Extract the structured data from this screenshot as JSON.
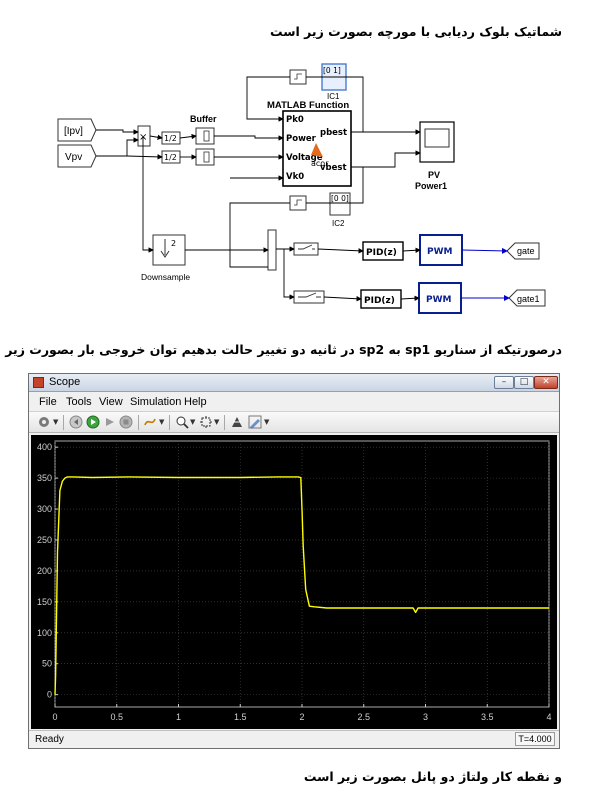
{
  "headings": {
    "h1": "شماتیک بلوک ردیابی با مورچه بصورت زیر است",
    "h2": "درصورتیکه از سناریو sp1 به sp2 در ثانیه دو تغییر حالت بدهیم توان خروجی بار بصورت زیر است",
    "h3": "و نقطه کار ولتاژ دو پانل بصورت زیر است"
  },
  "diagram": {
    "in_ipv": "[Ipv]",
    "in_vpv": "Vpv",
    "product": "×",
    "half1": "1/2",
    "half2": "1/2",
    "buffer": "Buffer",
    "matlab_fn_title": "MATLAB Function",
    "ports_in": [
      "Pk0",
      "Power",
      "Voltage",
      "Vk0"
    ],
    "ports_out": [
      "pbest",
      "vbest"
    ],
    "acor": "acor",
    "ic1_value": "[0 1]",
    "ic1_label": "IC1",
    "ic2_value": "[0 0]",
    "ic2_label": "IC2",
    "downsample_value": "2",
    "downsample_label": "Downsample",
    "pid1": "PID(z)",
    "pid2": "PID(z)",
    "pwm1": "PWM",
    "pwm2": "PWM",
    "gate": "gate",
    "gate1": "gate1",
    "scope_label1": "PV",
    "scope_label2": "Power1"
  },
  "scope_window": {
    "title": "Scope",
    "menus": [
      "File",
      "Tools",
      "View",
      "Simulation",
      "Help"
    ],
    "status": "Ready",
    "time": "T=4.000",
    "toolbar_icons": [
      "gear-icon",
      "stop-back-icon",
      "run-icon",
      "step-icon",
      "stop-icon",
      "highlight-icon",
      "zoom-icon",
      "fit-icon",
      "legend-icon",
      "style-icon"
    ]
  },
  "chart_data": {
    "type": "line",
    "title": "",
    "xlabel": "",
    "ylabel": "",
    "xlim": [
      0,
      4
    ],
    "ylim": [
      -20,
      410
    ],
    "xticks": [
      0,
      0.5,
      1,
      1.5,
      2,
      2.5,
      3,
      3.5,
      4
    ],
    "xtick_labels": [
      "0",
      "0.5",
      "1",
      "1.5",
      "2",
      "2.5",
      "3",
      "3.5",
      "4"
    ],
    "yticks": [
      0,
      50,
      100,
      150,
      200,
      250,
      300,
      350,
      400
    ],
    "ytick_labels": [
      "0",
      "50",
      "100",
      "150",
      "200",
      "250",
      "300",
      "350",
      "400"
    ],
    "grid": true,
    "background": "#000000",
    "grid_color": "#4a4a4a",
    "series": [
      {
        "color": "#ffff00",
        "x": [
          0.0,
          0.005,
          0.02,
          0.04,
          0.06,
          0.08,
          0.1,
          0.15,
          0.3,
          0.6,
          1.0,
          1.5,
          1.8,
          1.97,
          1.99,
          2.0,
          2.01,
          2.03,
          2.06,
          2.1,
          2.2,
          2.5,
          2.9,
          2.92,
          2.94,
          3.0,
          3.5,
          4.0
        ],
        "y": [
          0,
          30,
          230,
          330,
          345,
          350,
          352,
          352,
          351,
          352,
          351,
          351,
          352,
          352,
          351,
          300,
          240,
          170,
          143,
          142,
          140,
          140,
          140,
          133,
          140,
          140,
          140,
          140
        ]
      }
    ]
  }
}
